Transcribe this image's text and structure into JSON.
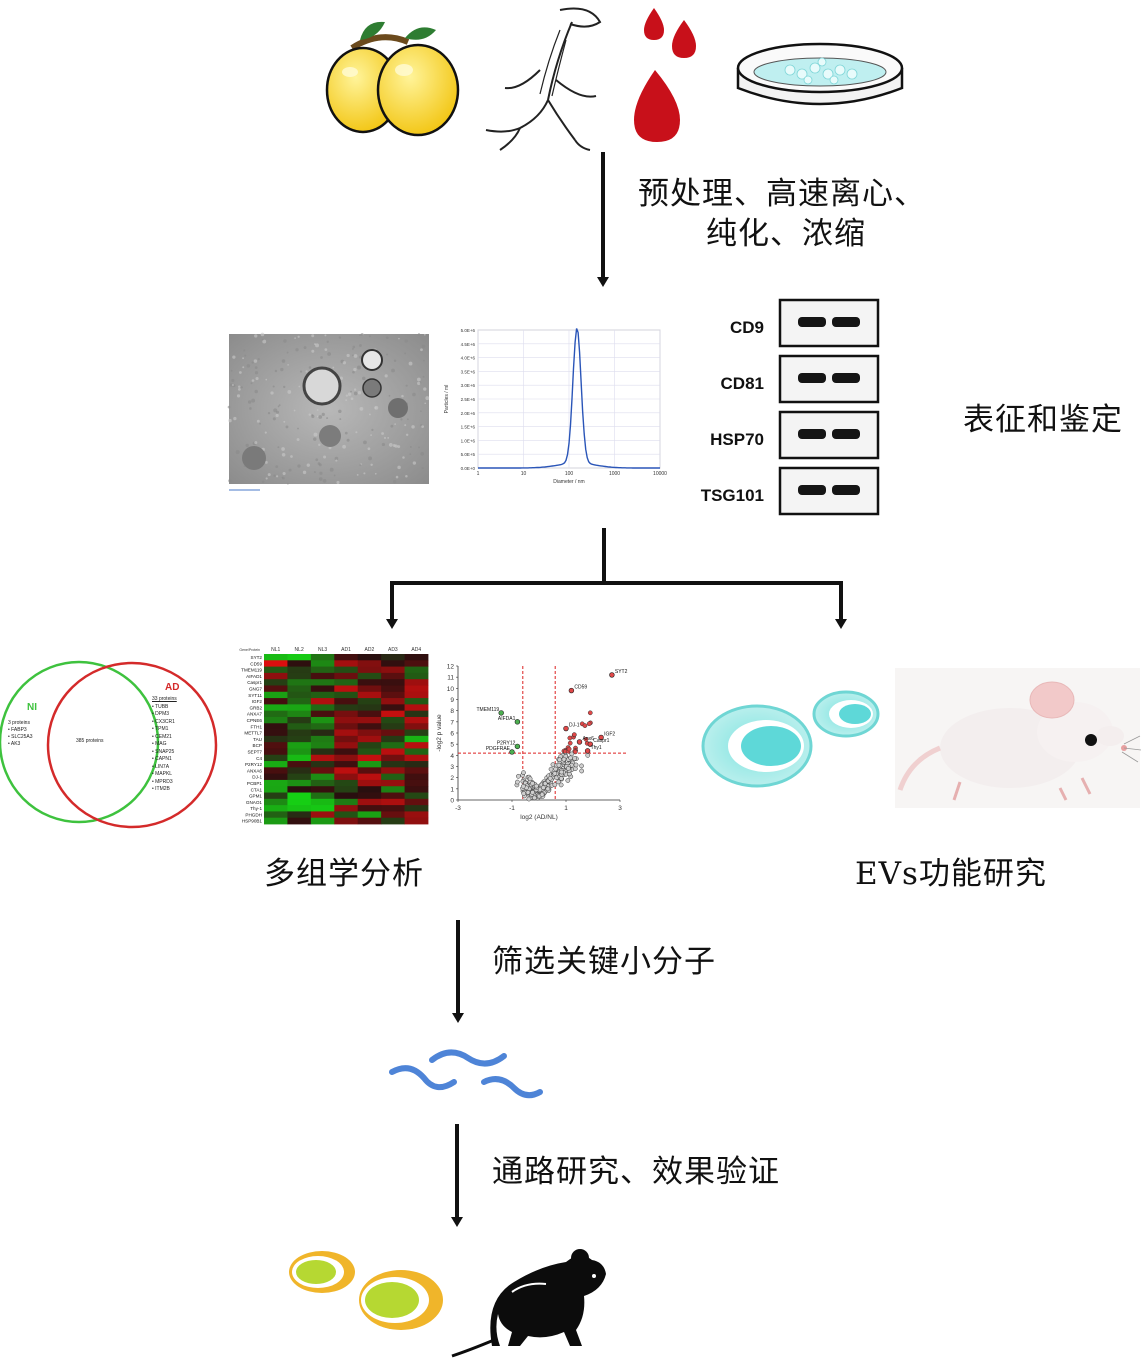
{
  "steps": {
    "step1_line1": "预处理、高速离心、",
    "step1_line2": "纯化、浓缩",
    "characterize": "表征和鉴定",
    "multiomics": "多组学分析",
    "ev_function": "EVs功能研究",
    "screen": "筛选关键小分子",
    "pathway": "通路研究、效果验证"
  },
  "western_blot": {
    "bands": [
      "CD9",
      "CD81",
      "HSP70",
      "TSG101"
    ]
  },
  "nta_chart": {
    "xlabel": "Diameter / nm",
    "ylabel": "Particles / ml",
    "xticks": [
      "1",
      "10",
      "100",
      "1000",
      "10000"
    ],
    "yticks": [
      "0.0E+0",
      "5.0E+5",
      "1.0E+6",
      "1.5E+6",
      "2.0E+6",
      "2.5E+6",
      "3.0E+6",
      "3.5E+6",
      "4.0E+6",
      "4.5E+6",
      "5.0E+6"
    ]
  },
  "venn": {
    "left_label": "NI",
    "right_label": "AD",
    "left_count": "3 proteins",
    "left_items": [
      "FABP3",
      "SLC25A3",
      "AK3"
    ],
    "center_count": "385 proteins",
    "right_count": "33 proteins",
    "right_items": [
      "TUBB",
      "DPM3",
      "CX3CR1",
      "TPM1",
      "CEM21",
      "MAG",
      "SNAP25",
      "CAPN1",
      "LIN7A",
      "MAPKL",
      "MPRD3",
      "ITM2B"
    ]
  },
  "heatmap": {
    "columns": [
      "NL1",
      "NL2",
      "NL3",
      "AD1",
      "AD2",
      "AD3",
      "AD4"
    ],
    "rows": [
      "SYT2",
      "CD59",
      "TMEM119",
      "AIFAD1",
      "Caspr1",
      "GNG7",
      "SYT11",
      "IGF2",
      "GRB2",
      "ANXA7",
      "CPNE6",
      "FTH1",
      "METTL7",
      "TAU",
      "BCP",
      "SEPT7",
      "C4",
      "P2RY12",
      "ANXA6",
      "DJ-1",
      "PCBP1",
      "CTA1",
      "GPM1",
      "GNAO1",
      "Thy-1",
      "PHGDH",
      "HSP90B1"
    ]
  },
  "volcano": {
    "xlabel": "log2 (AD/NL)",
    "ylabel": "-log2 p value",
    "xticks": [
      "-3",
      "-1",
      "1",
      "3"
    ],
    "yticks": [
      "0",
      "1",
      "2",
      "3",
      "4",
      "5",
      "6",
      "7",
      "8",
      "9",
      "10",
      "11",
      "12"
    ],
    "labels": [
      "SYT2",
      "CD59",
      "TMEM119",
      "AIFDA1",
      "DJ-1",
      "IGF2",
      "P2RY12",
      "PDGFRAE",
      "Anx6",
      "Caspr1",
      "Thy1"
    ]
  }
}
